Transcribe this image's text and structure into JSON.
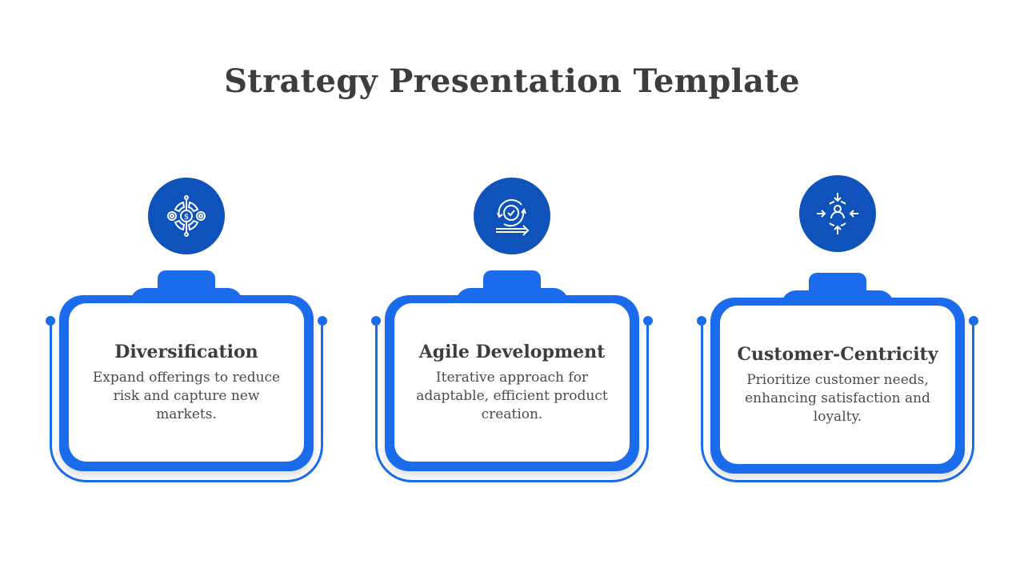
{
  "title": "Strategy Presentation Template",
  "colors": {
    "primary": "#1a6ced",
    "icon_bg": "#0f52ba",
    "text": "#3d3d3d"
  },
  "cards": [
    {
      "icon": "diversification-dollar-icon",
      "heading": "Diversification",
      "text": "Expand offerings to reduce risk and capture new markets."
    },
    {
      "icon": "agile-cycle-check-icon",
      "heading": "Agile Development",
      "text": "Iterative approach for adaptable, efficient product creation."
    },
    {
      "icon": "customer-focus-icon",
      "heading": "Customer-Centricity",
      "text": "Prioritize customer needs, enhancing satisfaction and loyalty."
    }
  ]
}
